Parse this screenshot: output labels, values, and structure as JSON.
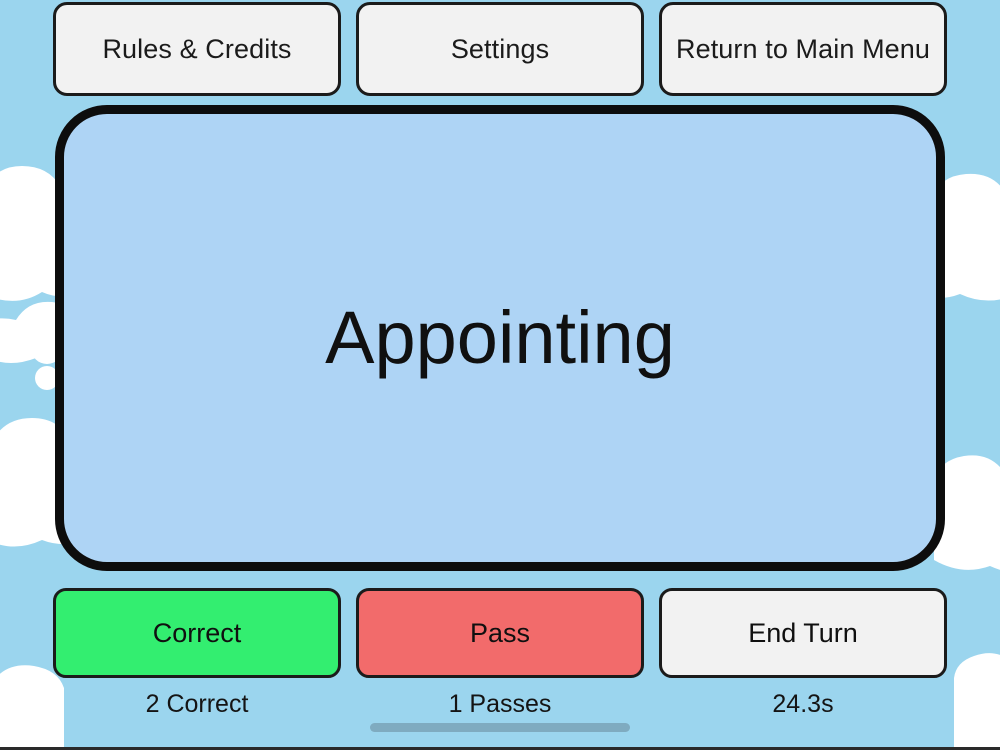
{
  "app": {
    "background_color": "#9bd5ee",
    "card_color": "#aed4f5",
    "cloud_color": "#ffffff"
  },
  "top_bar": {
    "buttons": [
      {
        "label": "Rules & Credits",
        "name": "rules-and-credits-button"
      },
      {
        "label": "Settings",
        "name": "settings-button"
      },
      {
        "label": "Return to Main Menu",
        "name": "return-to-main-menu-button"
      }
    ]
  },
  "card": {
    "word": "Appointing"
  },
  "action_bar": {
    "buttons": [
      {
        "label": "Correct",
        "color": "#33ee70"
      },
      {
        "label": "Pass",
        "color": "#f26b6b"
      },
      {
        "label": "End Turn",
        "color": "#f2f2f2"
      }
    ]
  },
  "status_bar": {
    "correct": "2 Correct",
    "passes": "1 Passes",
    "timer": "24.3s"
  },
  "scroll_indicator": {
    "color": "#7fabc0"
  }
}
